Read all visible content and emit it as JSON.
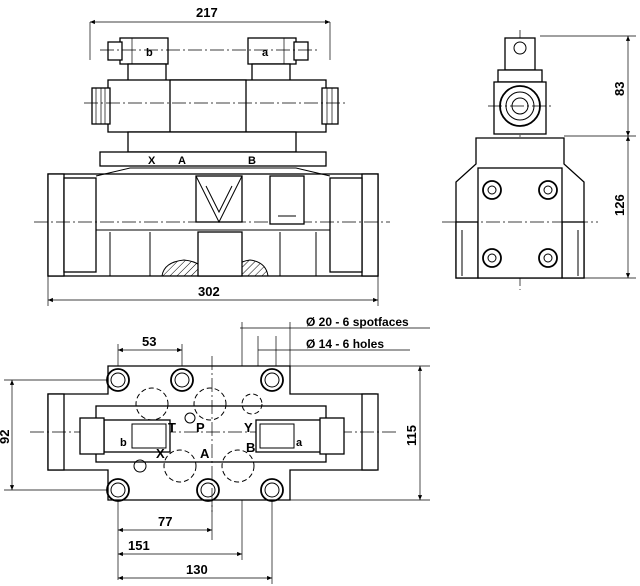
{
  "dimensions": {
    "d217": "217",
    "d302": "302",
    "d83": "83",
    "d126": "126",
    "d53": "53",
    "d92": "92",
    "d115": "115",
    "d77": "77",
    "d151": "151",
    "d130": "130"
  },
  "notes": {
    "spotfaces": "Ø  20 - 6 spotfaces",
    "holes": "Ø  14 - 6 holes"
  },
  "labels": {
    "solenoid_b": "b",
    "solenoid_a": "a",
    "port_x_front": "X",
    "port_a_front": "A",
    "port_b_front": "B",
    "port_t": "T",
    "port_p": "P",
    "port_x_plan": "X",
    "port_a_plan": "A",
    "port_y": "Y",
    "port_b_plan": "B",
    "plan_b": "b",
    "plan_a": "a"
  }
}
